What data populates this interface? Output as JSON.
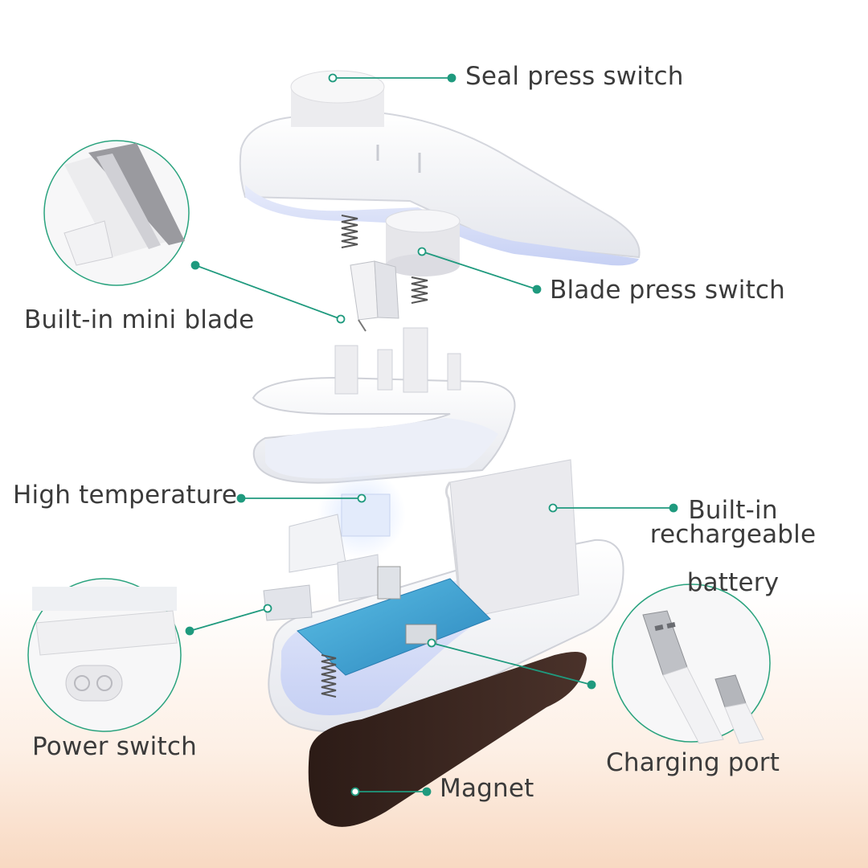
{
  "callouts": {
    "seal_press_switch": "Seal press switch",
    "blade_press_switch": "Blade press switch",
    "built_in_mini_blade": "Built-in mini blade",
    "high_temperature": "High temperature",
    "built_in_rechargeable_battery_line1": "Built-in rechargeable",
    "built_in_rechargeable_battery_line2": "battery",
    "power_switch": "Power switch",
    "charging_port": "Charging port",
    "magnet": "Magnet"
  },
  "colors": {
    "leader_line": "#1f9a7e",
    "label_text": "#3b3b3b",
    "body_white": "#f3f3f5",
    "shadow_blue": "#cdd6f2",
    "circuit_board": "#3aa6d6",
    "magnet": "#3a2620"
  },
  "icons": [
    "blade-detail-icon",
    "power-switch-detail-icon",
    "usb-cable-detail-icon"
  ]
}
